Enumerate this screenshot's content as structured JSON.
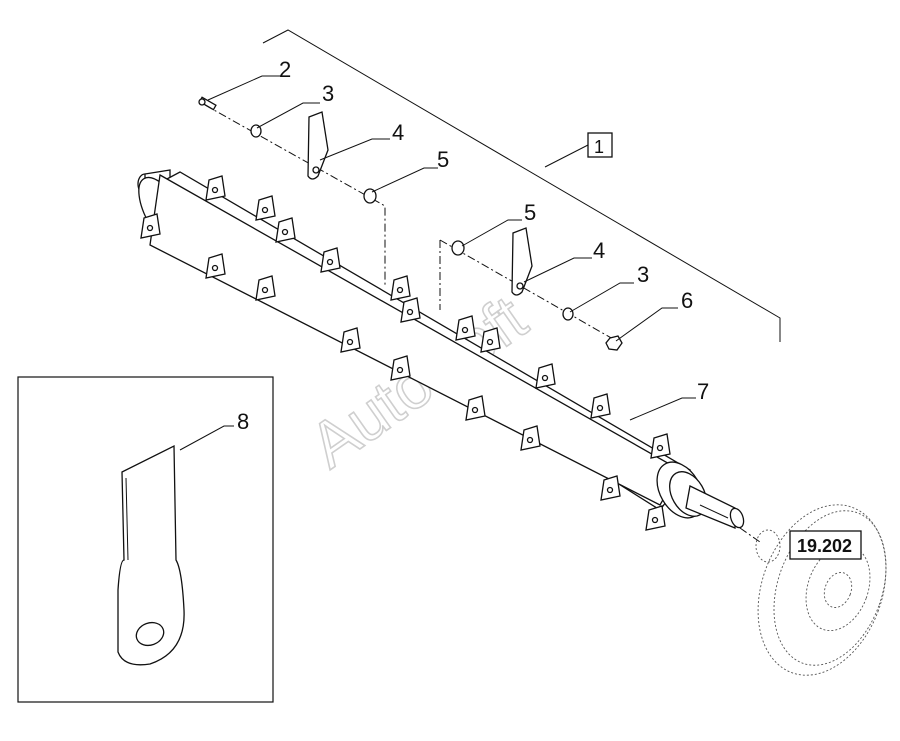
{
  "diagram": {
    "callouts": {
      "c1": "1",
      "c2": "2",
      "c3a": "3",
      "c4a": "4",
      "c5a": "5",
      "c5b": "5",
      "c4b": "4",
      "c3b": "3",
      "c6": "6",
      "c7": "7",
      "c8": "8"
    },
    "reference_box": "19.202",
    "watermark": "AutoSoft"
  }
}
